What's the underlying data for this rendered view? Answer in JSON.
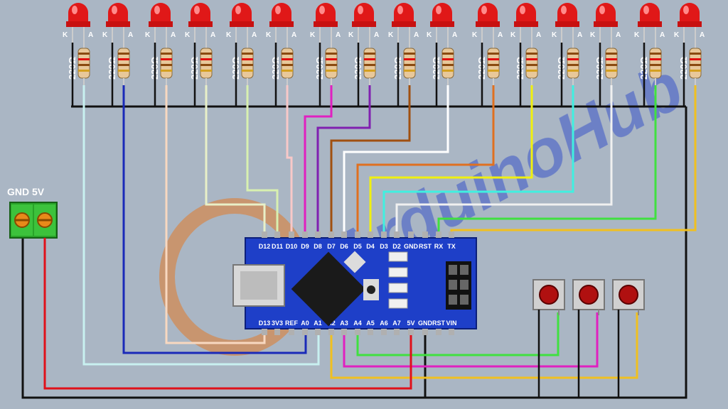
{
  "supply": {
    "label": "GND 5V"
  },
  "led_pin_labels": {
    "cathode": "K",
    "anode": "A"
  },
  "resistor_label": "220Ω",
  "led_count": 16,
  "nano_top_pins": [
    "D12",
    "D11",
    "D10",
    "D9",
    "D8",
    "D7",
    "D6",
    "D5",
    "D4",
    "D3",
    "D2",
    "GND",
    "RST",
    "RX",
    "TX"
  ],
  "nano_bottom_pins": [
    "D13",
    "3V3",
    "REF",
    "A0",
    "A1",
    "A2",
    "A3",
    "A4",
    "A5",
    "A6",
    "A7",
    "5V",
    "GND",
    "RST",
    "VIN"
  ],
  "buttons": 3,
  "watermark": "ArduinoHub",
  "colors": {
    "background": "#aab6c4",
    "board": "#1e3fc8",
    "led": "#e01818",
    "terminal": "#29a329",
    "button_cap": "#b01010",
    "wire_gnd": "#111111",
    "wire_5v": "#e0101a"
  }
}
